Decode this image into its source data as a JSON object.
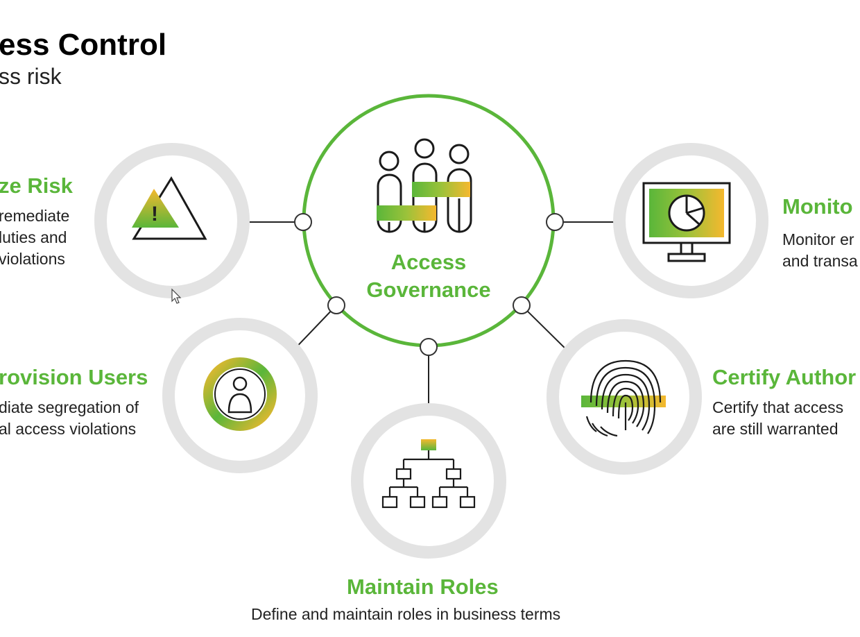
{
  "header": {
    "title": "ess Control",
    "subtitle": "ss risk"
  },
  "center": {
    "label_line1": "Access",
    "label_line2": "Governance",
    "icon": "people-group-icon"
  },
  "nodes": {
    "analyze_risk": {
      "title": "ze Risk",
      "lines": [
        "remediate",
        "luties and",
        "violations"
      ],
      "icon": "warning-triangle-icon"
    },
    "monitor": {
      "title": "Monito",
      "lines": [
        "Monitor er",
        "and transa"
      ],
      "icon": "monitor-chart-icon"
    },
    "provision_users": {
      "title": "rovision Users",
      "lines": [
        "diate segregation of",
        "al access violations"
      ],
      "icon": "user-ring-icon"
    },
    "certify": {
      "title": "Certify Author",
      "lines": [
        "Certify that access",
        "are still warranted"
      ],
      "icon": "fingerprint-icon"
    },
    "maintain_roles": {
      "title": "Maintain Roles",
      "lines": [
        "Define and maintain roles in business terms"
      ],
      "icon": "org-chart-icon"
    }
  },
  "colors": {
    "green": "#5ab63a",
    "yellow": "#f5b82e",
    "ring_gray": "#e3e3e3",
    "line": "#222222"
  }
}
